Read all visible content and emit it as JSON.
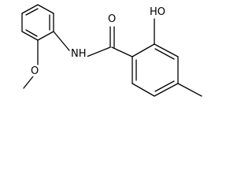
{
  "molecule": {
    "atoms": {
      "carbonyl_o": "O",
      "hydroxyl": "HO",
      "amide_nh": "NH",
      "methoxy_o": "O"
    }
  }
}
